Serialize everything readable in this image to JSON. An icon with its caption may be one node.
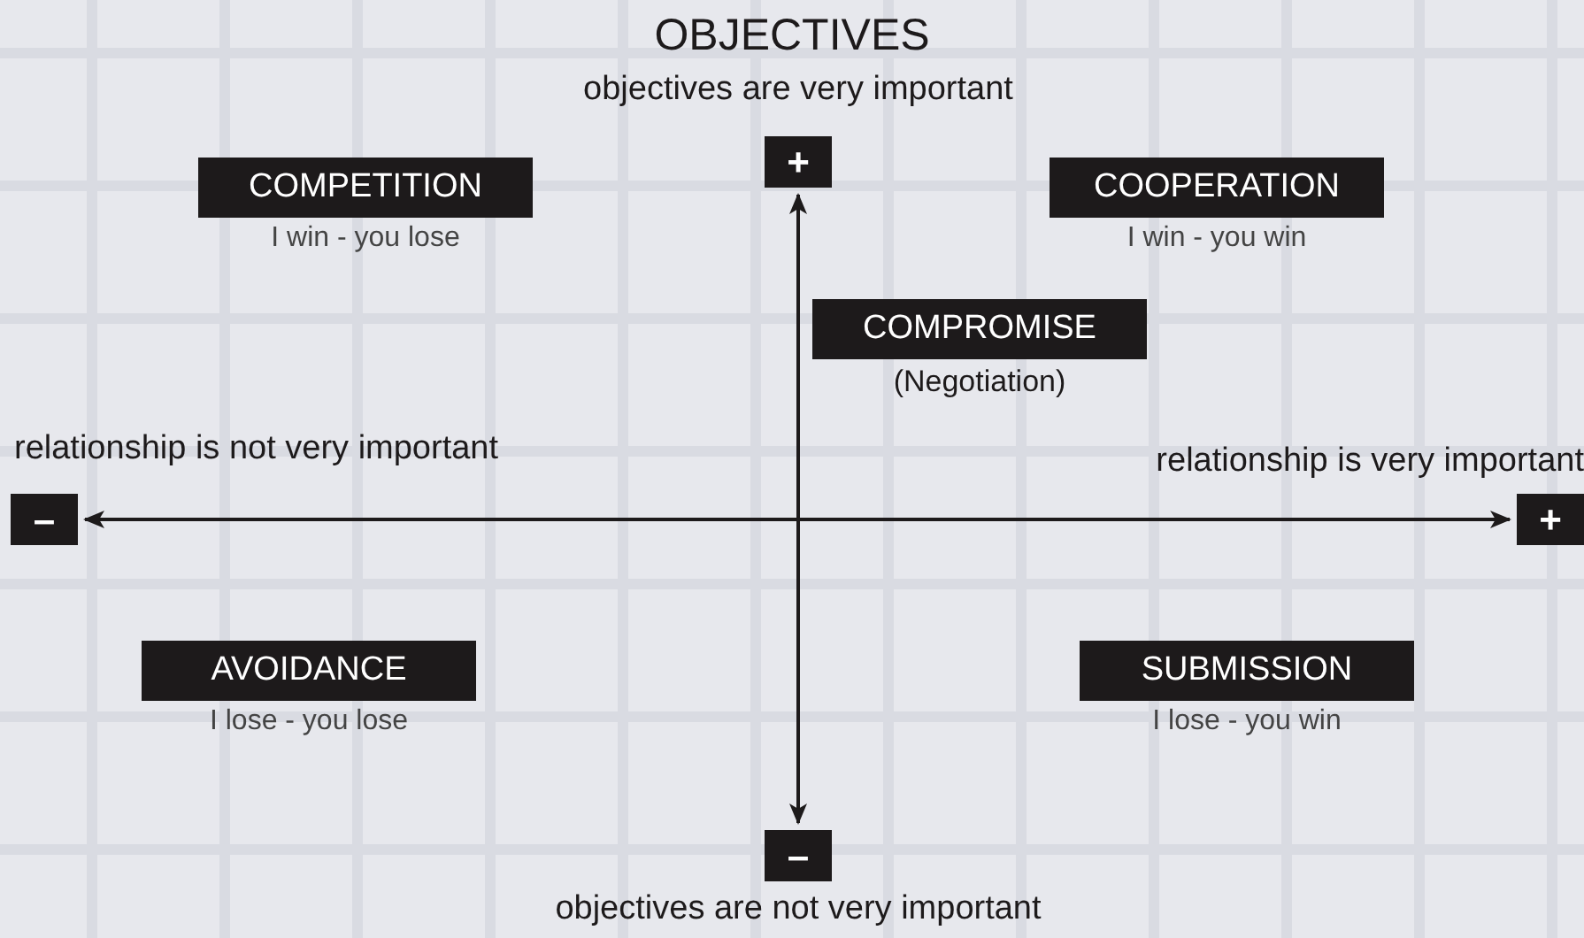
{
  "diagram": {
    "title": "OBJECTIVES",
    "nodes": [
      {
        "text": [
          "+"
        ],
        "beside": [
          "objectives are very important"
        ]
      },
      {
        "text": [
          "COMPETITION"
        ],
        "beside": [
          "I win - you lose"
        ]
      },
      {
        "text": [
          "COOPERATION"
        ],
        "beside": [
          "I win - you win"
        ]
      },
      {
        "text": [
          "COMPROMISE"
        ],
        "beside": [
          "(Negotiation)"
        ]
      },
      {
        "text": [
          "–"
        ],
        "beside": [
          "relationship is not very important"
        ]
      },
      {
        "text": [
          "+"
        ],
        "beside": [
          "relationship is very important"
        ]
      },
      {
        "text": [
          "AVOIDANCE"
        ],
        "beside": [
          "I lose - you lose"
        ]
      },
      {
        "text": [
          "SUBMISSION"
        ],
        "beside": [
          "I lose - you win"
        ]
      },
      {
        "text": [
          "–"
        ],
        "beside": [
          "objectives are not very important"
        ]
      }
    ],
    "edges": [
      {
        "from": 0,
        "to": 8,
        "arrow": "both"
      },
      {
        "from": 4,
        "to": 5,
        "arrow": "both"
      }
    ]
  }
}
